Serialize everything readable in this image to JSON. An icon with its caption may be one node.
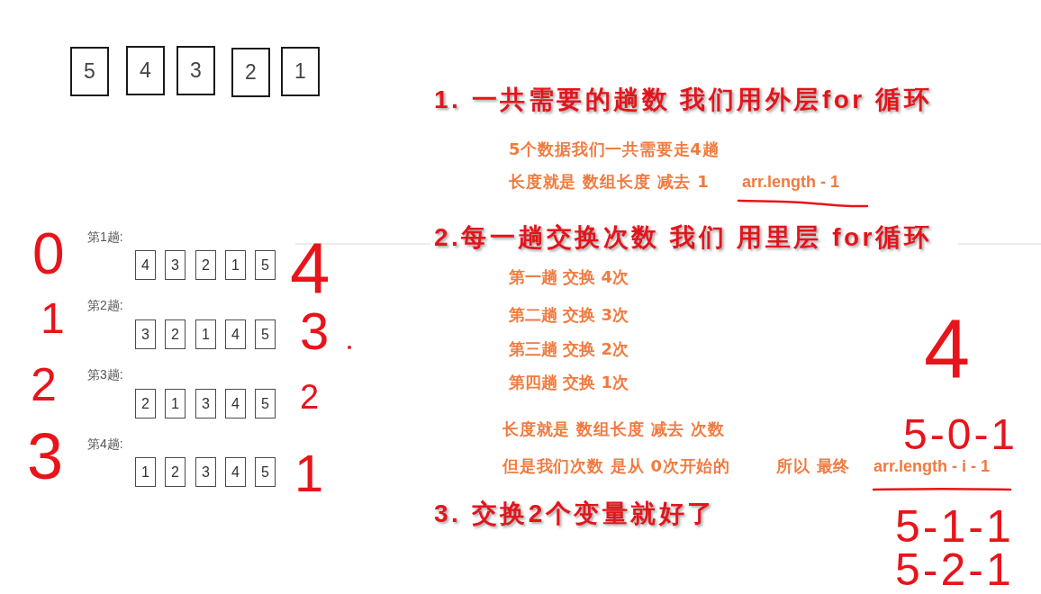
{
  "diagram": {
    "nodes": [
      {
        "text": [
          "5"
        ]
      },
      {
        "text": [
          "4"
        ]
      },
      {
        "text": [
          "3"
        ]
      },
      {
        "text": [
          "2"
        ]
      },
      {
        "text": [
          "1"
        ]
      },
      {
        "text": [
          "4"
        ]
      },
      {
        "text": [
          "3"
        ]
      },
      {
        "text": [
          "2"
        ]
      },
      {
        "text": [
          "1"
        ]
      },
      {
        "text": [
          "5"
        ]
      },
      {
        "text": [
          "3"
        ]
      },
      {
        "text": [
          "2"
        ]
      },
      {
        "text": [
          "1"
        ]
      },
      {
        "text": [
          "4"
        ]
      },
      {
        "text": [
          "5"
        ]
      },
      {
        "text": [
          "2"
        ]
      },
      {
        "text": [
          "1"
        ]
      },
      {
        "text": [
          "3"
        ]
      },
      {
        "text": [
          "4"
        ]
      },
      {
        "text": [
          "5"
        ]
      },
      {
        "text": [
          "1"
        ]
      },
      {
        "text": [
          "2"
        ]
      },
      {
        "text": [
          "3"
        ]
      },
      {
        "text": [
          "4"
        ]
      },
      {
        "text": [
          "5"
        ]
      }
    ],
    "labels": [
      "0",
      "第1趟:",
      "4",
      "1",
      "第2趟:",
      "3",
      "2",
      "第3趟:",
      "2",
      "3",
      "第4趟:",
      "1",
      "1. 一共需要的趟数 我们用外层for 循环",
      "5个数据我们一共需要走4趟",
      "长度就是 数组长度 减去 1",
      "arr.length - 1",
      "2.每一趟交换次数 我们 用里层 for循环",
      "第一趟 交换 4次",
      "第二趟 交换 3次",
      "第三趟 交换 2次",
      "4",
      "第四趟 交换 1次",
      "长度就是 数组长度 减去 次数",
      "5-0-1",
      "但是我们次数 是从 0次开始的",
      "所以 最终",
      "arr.length - i - 1",
      "3. 交换2个变量就好了",
      "5-1-1",
      "5-2-1"
    ]
  }
}
